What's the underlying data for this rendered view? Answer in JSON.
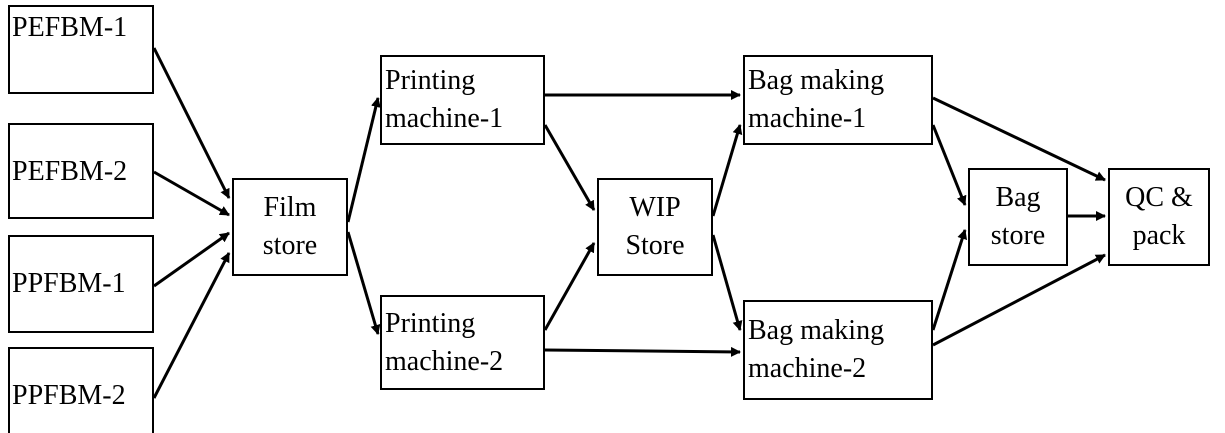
{
  "nodes": {
    "pefbm1": "PEFBM-1",
    "pefbm2": "PEFBM-2",
    "ppfbm1": "PPFBM-1",
    "ppfbm2": "PPFBM-2",
    "film_store": [
      "Film",
      "store"
    ],
    "printing1": [
      "Printing",
      "machine-1"
    ],
    "printing2": [
      "Printing",
      "machine-2"
    ],
    "wip_store": [
      "WIP",
      "Store"
    ],
    "bag_making1": [
      "Bag making",
      "machine-1"
    ],
    "bag_making2": [
      "Bag making",
      "machine-2"
    ],
    "bag_store": [
      "Bag",
      "store"
    ],
    "qc_pack": [
      "QC &",
      "pack"
    ]
  },
  "edges": [
    [
      "pefbm1",
      "film_store"
    ],
    [
      "pefbm2",
      "film_store"
    ],
    [
      "ppfbm1",
      "film_store"
    ],
    [
      "ppfbm2",
      "film_store"
    ],
    [
      "film_store",
      "printing1"
    ],
    [
      "film_store",
      "printing2"
    ],
    [
      "printing1",
      "bag_making1"
    ],
    [
      "printing1",
      "wip_store"
    ],
    [
      "printing2",
      "wip_store"
    ],
    [
      "printing2",
      "bag_making2"
    ],
    [
      "wip_store",
      "bag_making1"
    ],
    [
      "wip_store",
      "bag_making2"
    ],
    [
      "bag_making1",
      "bag_store"
    ],
    [
      "bag_making1",
      "qc_pack"
    ],
    [
      "bag_making2",
      "bag_store"
    ],
    [
      "bag_making2",
      "qc_pack"
    ],
    [
      "bag_store",
      "qc_pack"
    ]
  ]
}
